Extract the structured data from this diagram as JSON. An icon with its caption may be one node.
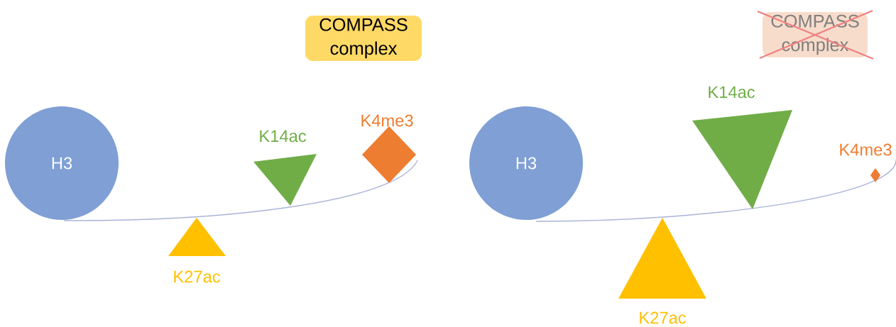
{
  "diagram": {
    "nodes": [
      {
        "text": [
          "COMPASS complex"
        ]
      },
      {
        "text": [
          "H3"
        ]
      },
      {
        "text": [
          "K14ac"
        ]
      },
      {
        "text": [
          "K4me3"
        ]
      },
      {
        "text": [
          "K27ac"
        ]
      },
      {
        "text": [
          "COMPASS complex"
        ]
      },
      {
        "text": [
          "K14ac"
        ]
      },
      {
        "text": [
          "H3"
        ]
      },
      {
        "text": [
          "K4me3"
        ]
      },
      {
        "text": [
          "K27ac"
        ]
      }
    ]
  }
}
